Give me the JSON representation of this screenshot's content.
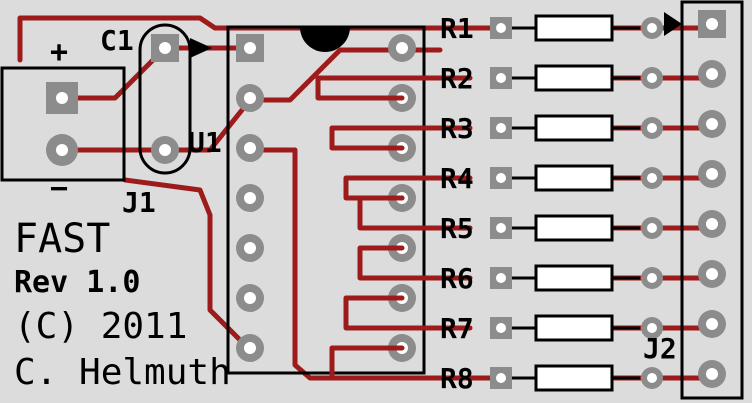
{
  "board": {
    "background_color": "#dcdcdc",
    "trace_color": "#9e1b1b",
    "silkscreen_color": "#000000",
    "pad_color": "#8c8c8c"
  },
  "connector_j1": {
    "name": "J1",
    "plus_label": "+",
    "minus_label": "−"
  },
  "capacitor": {
    "name": "C1"
  },
  "ic": {
    "name": "U1",
    "pins_per_side": 7
  },
  "resistors": [
    {
      "name": "R1"
    },
    {
      "name": "R2"
    },
    {
      "name": "R3"
    },
    {
      "name": "R4"
    },
    {
      "name": "R5"
    },
    {
      "name": "R6"
    },
    {
      "name": "R7"
    },
    {
      "name": "R8"
    }
  ],
  "header_j2": {
    "name": "J2",
    "pin_count": 8
  },
  "credits": {
    "title": "FAST",
    "revision": "Rev 1.0",
    "copyright": "(C) 2011",
    "author": "C. Helmuth"
  }
}
